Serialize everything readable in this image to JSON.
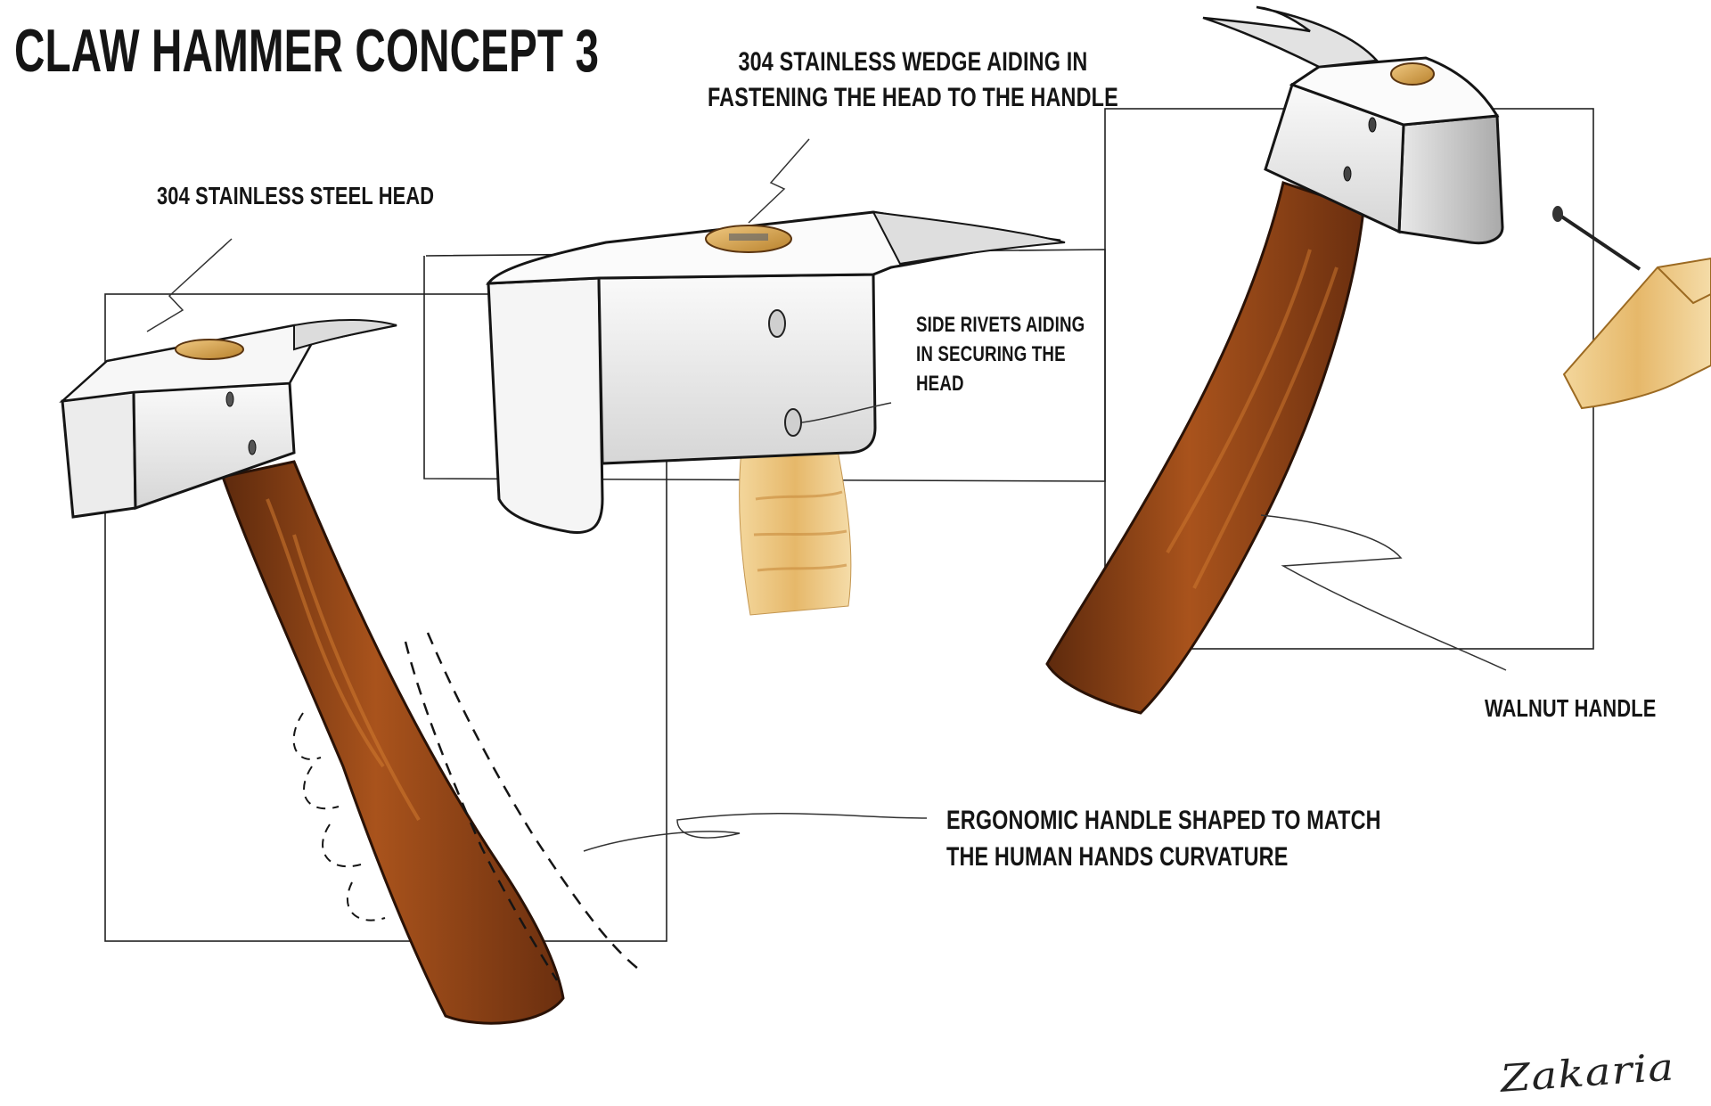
{
  "title": "CLAW HAMMER CONCEPT 3",
  "annotations": {
    "head": "304 STAINLESS STEEL HEAD",
    "wedge_line1": "304 STAINLESS WEDGE AIDING IN",
    "wedge_line2": "FASTENING THE HEAD TO THE HANDLE",
    "rivets_line1": "SIDE RIVETS AIDING",
    "rivets_line2": "IN SECURING THE",
    "rivets_line3": "HEAD",
    "walnut": "WALNUT HANDLE",
    "ergo_line1": "ERGONOMIC HANDLE SHAPED TO MATCH",
    "ergo_line2": "THE HUMAN HANDS CURVATURE"
  },
  "signature": "Zakaria",
  "colors": {
    "walnut": "#7a3712",
    "walnut_light": "#b0561c",
    "steel": "#f1f1f1",
    "steel_shade": "#b8b8b8",
    "brass": "#d9a357",
    "light_wood": "#efcf8f",
    "ink": "#151515"
  }
}
